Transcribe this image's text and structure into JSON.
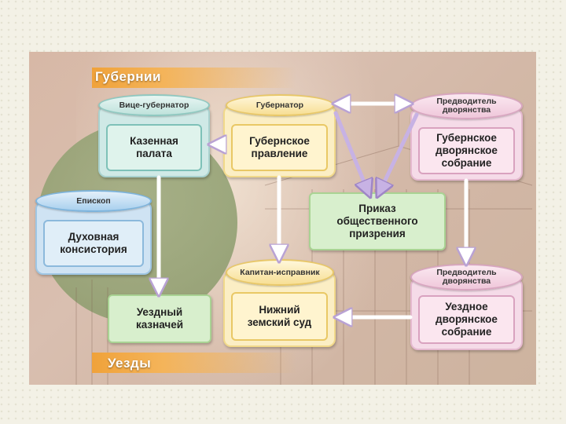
{
  "regions": {
    "top": "Губернии",
    "bottom": "Уезды"
  },
  "nodes": {
    "vice_governor": {
      "header": "Вице-губернатор",
      "body": "Казенная палата"
    },
    "governor": {
      "header": "Губернатор",
      "body": "Губернское правление"
    },
    "leader_gub": {
      "header": "Предводитель дворянства",
      "body": "Губернское дворянское собрание"
    },
    "bishop": {
      "header": "Епископ",
      "body": "Духовная консистория"
    },
    "public_care": {
      "body": "Приказ общественного призрения"
    },
    "treasurer": {
      "body": "Уездный казначей"
    },
    "captain": {
      "header": "Капитан-исправник",
      "body": "Нижний земский суд"
    },
    "leader_uezd": {
      "header": "Предводитель дворянства",
      "body": "Уездное дворянское собрание"
    }
  },
  "colors": {
    "arrow": "#ffffff",
    "arrow_purple": "#b7a0d6",
    "band": "#f0a23a"
  }
}
